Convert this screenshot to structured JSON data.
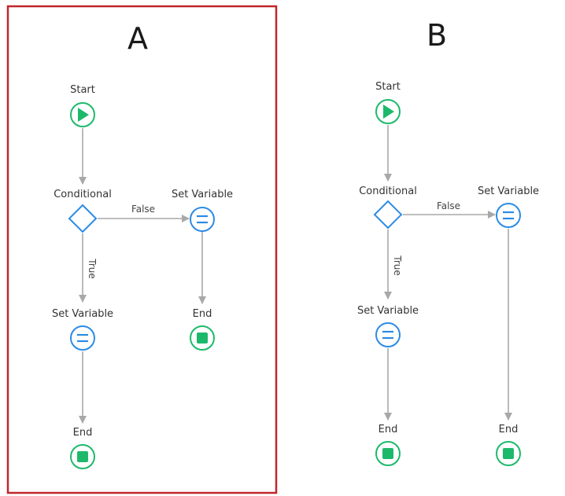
{
  "colors": {
    "start_end": "#1db96b",
    "process": "#2b8be6",
    "edge": "#a8a8a8",
    "highlight_border": "#c0262d"
  },
  "panels": [
    {
      "id": "A",
      "title": "A",
      "highlighted": true,
      "nodes": {
        "start": {
          "label": "Start",
          "icon": "play-icon"
        },
        "conditional": {
          "label": "Conditional",
          "icon": "diamond-icon"
        },
        "set_variable_false": {
          "label": "Set Variable",
          "icon": "equals-icon"
        },
        "end_false": {
          "label": "End",
          "icon": "stop-icon"
        },
        "set_variable_true": {
          "label": "Set Variable",
          "icon": "equals-icon"
        },
        "end_true": {
          "label": "End",
          "icon": "stop-icon"
        }
      },
      "edges": {
        "false_label": "False",
        "true_label": "True"
      }
    },
    {
      "id": "B",
      "title": "B",
      "highlighted": false,
      "nodes": {
        "start": {
          "label": "Start",
          "icon": "play-icon"
        },
        "conditional": {
          "label": "Conditional",
          "icon": "diamond-icon"
        },
        "set_variable_false": {
          "label": "Set Variable",
          "icon": "equals-icon"
        },
        "end_false": {
          "label": "End",
          "icon": "stop-icon"
        },
        "set_variable_true": {
          "label": "Set Variable",
          "icon": "equals-icon"
        },
        "end_true": {
          "label": "End",
          "icon": "stop-icon"
        }
      },
      "edges": {
        "false_label": "False",
        "true_label": "True"
      }
    }
  ]
}
